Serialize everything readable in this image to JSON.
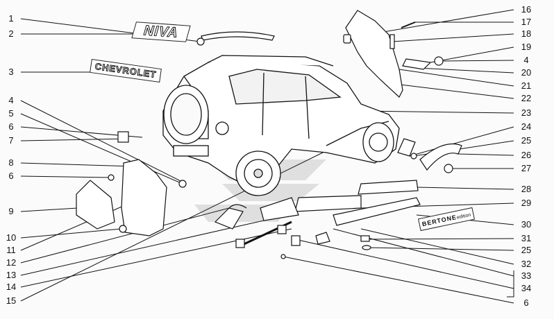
{
  "title": "Exterior trim parts diagram",
  "badges": {
    "niva": "NIVA",
    "chevrolet": "CHEVROLET",
    "bertone": "BERTONE",
    "bertone_suffix": "edition"
  },
  "left_callouts": [
    "1",
    "2",
    "3",
    "4",
    "5",
    "6",
    "7",
    "8",
    "6",
    "9",
    "10",
    "11",
    "12",
    "13",
    "14",
    "15"
  ],
  "right_callouts": [
    "16",
    "17",
    "18",
    "19",
    "4",
    "20",
    "21",
    "22",
    "23",
    "24",
    "25",
    "26",
    "27",
    "28",
    "29",
    "30",
    "31",
    "25",
    "32",
    "33",
    "34",
    "6"
  ]
}
